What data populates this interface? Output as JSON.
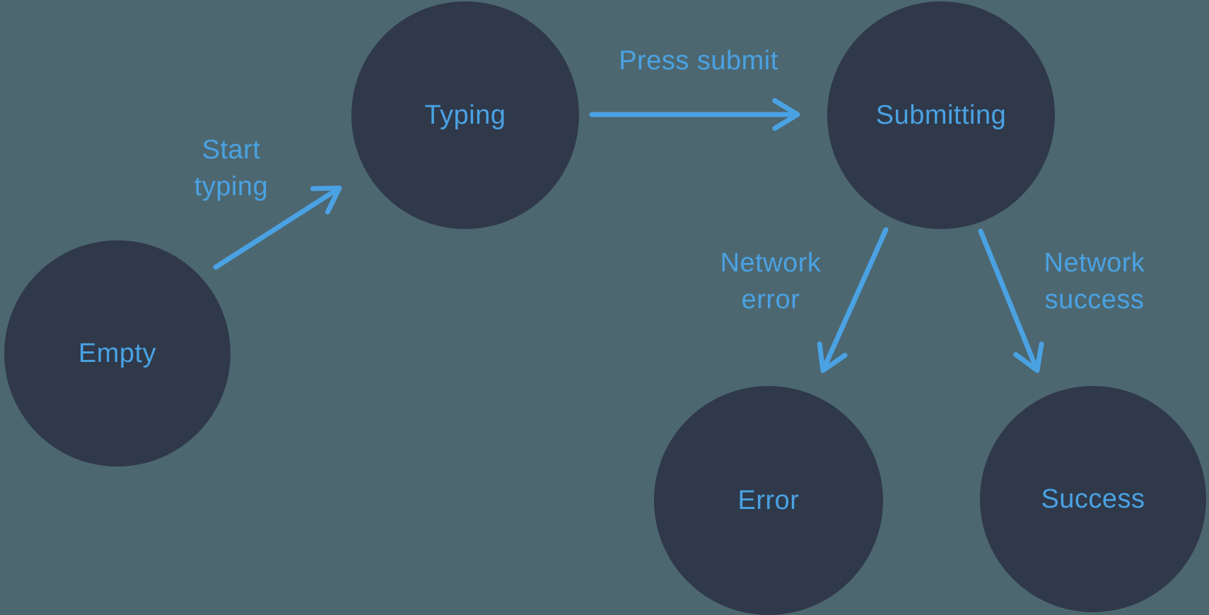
{
  "diagram": {
    "type": "state-machine",
    "states": [
      {
        "id": "empty",
        "label": "Empty"
      },
      {
        "id": "typing",
        "label": "Typing"
      },
      {
        "id": "submitting",
        "label": "Submitting"
      },
      {
        "id": "error",
        "label": "Error"
      },
      {
        "id": "success",
        "label": "Success"
      }
    ],
    "transitions": [
      {
        "from": "empty",
        "to": "typing",
        "label": "Start typing"
      },
      {
        "from": "typing",
        "to": "submitting",
        "label": "Press submit"
      },
      {
        "from": "submitting",
        "to": "error",
        "label": "Network error"
      },
      {
        "from": "submitting",
        "to": "success",
        "label": "Network success"
      }
    ],
    "colors": {
      "background": "#4d6770",
      "state_fill": "#2f394a",
      "accent": "#4aa2e3"
    }
  }
}
